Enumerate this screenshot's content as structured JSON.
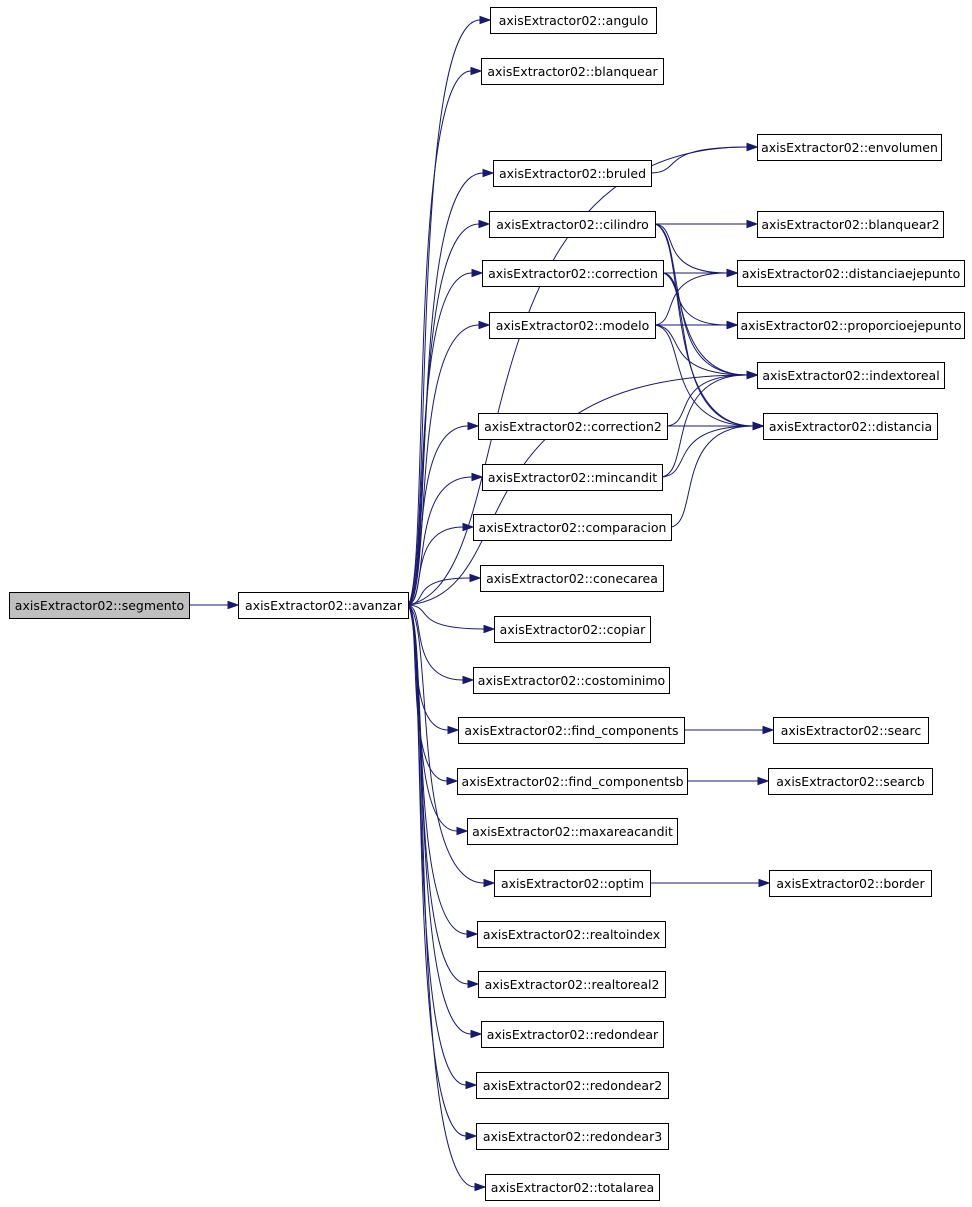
{
  "colors": {
    "edge": "#191970",
    "root_fill": "#bfbfbf",
    "node_fill": "#ffffff",
    "node_border": "#000000"
  },
  "nodes": [
    {
      "id": "segmento",
      "label": "axisExtractor02::segmento",
      "root": true
    },
    {
      "id": "avanzar",
      "label": "axisExtractor02::avanzar"
    },
    {
      "id": "angulo",
      "label": "axisExtractor02::angulo"
    },
    {
      "id": "blanquear",
      "label": "axisExtractor02::blanquear"
    },
    {
      "id": "bruled",
      "label": "axisExtractor02::bruled"
    },
    {
      "id": "cilindro",
      "label": "axisExtractor02::cilindro"
    },
    {
      "id": "correction",
      "label": "axisExtractor02::correction"
    },
    {
      "id": "modelo",
      "label": "axisExtractor02::modelo"
    },
    {
      "id": "correction2",
      "label": "axisExtractor02::correction2"
    },
    {
      "id": "mincandit",
      "label": "axisExtractor02::mincandit"
    },
    {
      "id": "comparacion",
      "label": "axisExtractor02::comparacion"
    },
    {
      "id": "conecarea",
      "label": "axisExtractor02::conecarea"
    },
    {
      "id": "copiar",
      "label": "axisExtractor02::copiar"
    },
    {
      "id": "costominimo",
      "label": "axisExtractor02::costominimo"
    },
    {
      "id": "find_components",
      "label": "axisExtractor02::find_components"
    },
    {
      "id": "find_componentsb",
      "label": "axisExtractor02::find_componentsb"
    },
    {
      "id": "maxareacandit",
      "label": "axisExtractor02::maxareacandit"
    },
    {
      "id": "optim",
      "label": "axisExtractor02::optim"
    },
    {
      "id": "realtoindex",
      "label": "axisExtractor02::realtoindex"
    },
    {
      "id": "realtoreal2",
      "label": "axisExtractor02::realtoreal2"
    },
    {
      "id": "redondear",
      "label": "axisExtractor02::redondear"
    },
    {
      "id": "redondear2",
      "label": "axisExtractor02::redondear2"
    },
    {
      "id": "redondear3",
      "label": "axisExtractor02::redondear3"
    },
    {
      "id": "totalarea",
      "label": "axisExtractor02::totalarea"
    },
    {
      "id": "envolumen",
      "label": "axisExtractor02::envolumen"
    },
    {
      "id": "blanquear2",
      "label": "axisExtractor02::blanquear2"
    },
    {
      "id": "distanciaejepunto",
      "label": "axisExtractor02::distanciaejepunto"
    },
    {
      "id": "proporcioejepunto",
      "label": "axisExtractor02::proporcioejepunto"
    },
    {
      "id": "indextoreal",
      "label": "axisExtractor02::indextoreal"
    },
    {
      "id": "distancia",
      "label": "axisExtractor02::distancia"
    },
    {
      "id": "searc",
      "label": "axisExtractor02::searc"
    },
    {
      "id": "searcb",
      "label": "axisExtractor02::searcb"
    },
    {
      "id": "border",
      "label": "axisExtractor02::border"
    }
  ],
  "edges": [
    [
      "segmento",
      "avanzar"
    ],
    [
      "avanzar",
      "angulo"
    ],
    [
      "avanzar",
      "blanquear"
    ],
    [
      "avanzar",
      "envolumen"
    ],
    [
      "avanzar",
      "bruled"
    ],
    [
      "avanzar",
      "cilindro"
    ],
    [
      "avanzar",
      "correction"
    ],
    [
      "avanzar",
      "modelo"
    ],
    [
      "avanzar",
      "indextoreal"
    ],
    [
      "avanzar",
      "correction2"
    ],
    [
      "avanzar",
      "mincandit"
    ],
    [
      "avanzar",
      "comparacion"
    ],
    [
      "avanzar",
      "conecarea"
    ],
    [
      "avanzar",
      "copiar"
    ],
    [
      "avanzar",
      "costominimo"
    ],
    [
      "avanzar",
      "find_components"
    ],
    [
      "avanzar",
      "find_componentsb"
    ],
    [
      "avanzar",
      "maxareacandit"
    ],
    [
      "avanzar",
      "optim"
    ],
    [
      "avanzar",
      "realtoindex"
    ],
    [
      "avanzar",
      "realtoreal2"
    ],
    [
      "avanzar",
      "redondear"
    ],
    [
      "avanzar",
      "redondear2"
    ],
    [
      "avanzar",
      "redondear3"
    ],
    [
      "avanzar",
      "totalarea"
    ],
    [
      "bruled",
      "envolumen"
    ],
    [
      "cilindro",
      "blanquear2"
    ],
    [
      "cilindro",
      "distanciaejepunto"
    ],
    [
      "cilindro",
      "indextoreal"
    ],
    [
      "cilindro",
      "distancia"
    ],
    [
      "correction",
      "distanciaejepunto"
    ],
    [
      "correction",
      "proporcioejepunto"
    ],
    [
      "correction",
      "indextoreal"
    ],
    [
      "correction",
      "distancia"
    ],
    [
      "modelo",
      "distanciaejepunto"
    ],
    [
      "modelo",
      "proporcioejepunto"
    ],
    [
      "modelo",
      "indextoreal"
    ],
    [
      "modelo",
      "distancia"
    ],
    [
      "correction2",
      "indextoreal"
    ],
    [
      "correction2",
      "distancia"
    ],
    [
      "mincandit",
      "indextoreal"
    ],
    [
      "mincandit",
      "distancia"
    ],
    [
      "comparacion",
      "distancia"
    ],
    [
      "find_components",
      "searc"
    ],
    [
      "find_componentsb",
      "searcb"
    ],
    [
      "optim",
      "border"
    ]
  ]
}
